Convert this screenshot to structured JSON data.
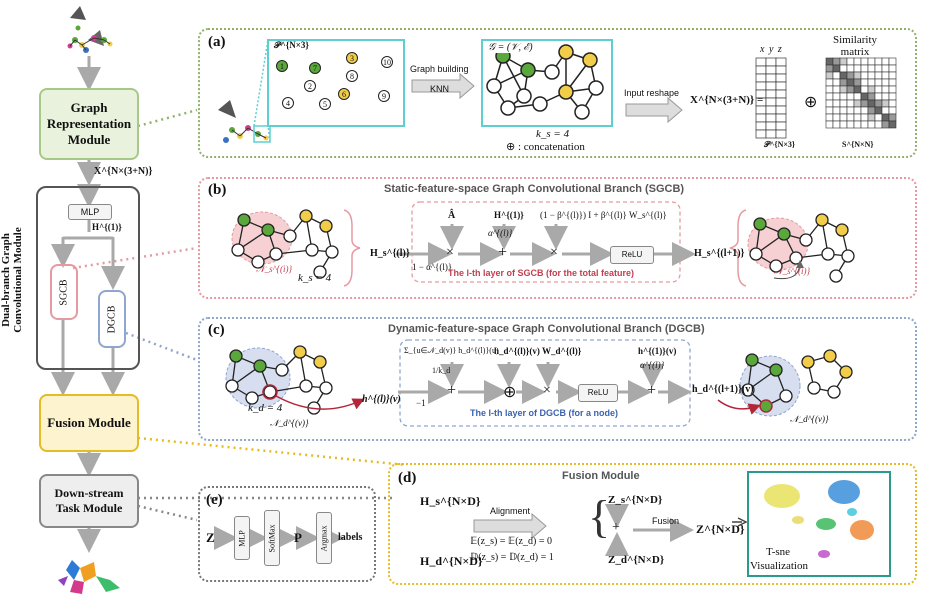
{
  "left": {
    "graph_module": "Graph Representation Module",
    "x_in": "X^{N×(3+N)}",
    "dual_module": "Dual-branch Graph Convolutional Module",
    "mlp": "MLP",
    "h_out": "H^{(1)}",
    "sgcb": "SGCB",
    "dgcb": "DGCB",
    "fusion": "Fusion Module",
    "downstream": "Down-stream Task Module"
  },
  "panel_a": {
    "label": "(a)",
    "points_sym": "𝒫^{N×3}",
    "nodes": [
      "1",
      "7",
      "3",
      "10",
      "4",
      "2",
      "6",
      "9",
      "8",
      "5"
    ],
    "graph_building": "Graph building",
    "knn": "KNN",
    "graph_sym": "𝒢 = (𝒱, ℰ)",
    "ks": "k_s = 4",
    "concat": "⊕ : concatenation",
    "input_reshape": "Input reshape",
    "x_formula": "X^{N×(3+N)} =",
    "xyz": "x  y  z",
    "similarity": "Similarity matrix",
    "p_sym": "𝒫^{N×3}",
    "s_sym": "S^{N×N}",
    "oplus": "⊕"
  },
  "panel_b": {
    "label": "(b)",
    "title": "Static-feature-space Graph Convolutional Branch (SGCB)",
    "ks": "k_s = 4",
    "ns": "𝒩_s^{(i)}",
    "h_in": "H_s^{(l)}",
    "a_hat": "Â",
    "h1": "H^{(1)}",
    "alpha": "α^{(l)}",
    "one_minus_alpha": "1 − α^{(l)}",
    "beta_term": "(1 − β^{(l)}) I + β^{(l)} W_s^{(l)}",
    "relu": "ReLU",
    "layer_caption": "The l-th layer of SGCB (for the total feature)",
    "h_out": "H_s^{(l+1)}",
    "times": "×",
    "plus": "+"
  },
  "panel_c": {
    "label": "(c)",
    "title": "Dynamic-feature-space Graph Convolutional Branch (DGCB)",
    "kd": "k_d = 4",
    "nd": "𝒩_d^{(v)}",
    "node_v": "v",
    "hv_in": "h^{(l)}(v)",
    "sum_term": "Σ_{u∈𝒩_d(v)} h_d^{(l)}(u)",
    "inv_kd": "1/k_d",
    "hd_v": "h_d^{(l)}(v)",
    "w_d": "W_d^{(l)}",
    "h1v": "h^{(1)}(v)",
    "alpha": "α^{(l)}",
    "minus_one": "−1",
    "relu": "ReLU",
    "layer_caption": "The l-th layer of DGCB (for a node)",
    "hv_out": "h_d^{(l+1)}(v)",
    "plus": "+",
    "oplus": "⊕",
    "times": "×"
  },
  "panel_d": {
    "label": "(d)",
    "title": "Fusion Module",
    "hs": "H_s^{N×D}",
    "hd": "H_d^{N×D}",
    "alignment": "Alignment",
    "eq1": "𝔼(z_s) = 𝔼(z_d) = 0",
    "eq2": "𝔻(z_s) = 𝔻(z_d) = 1",
    "zs": "Z_s^{N×D}",
    "zd": "Z_d^{N×D}",
    "plus": "+",
    "fusion": "Fusion",
    "z": "Z^{N×D}",
    "tsne": "T-sne",
    "visualization": "Visualization"
  },
  "panel_e": {
    "label": "(e)",
    "z": "Z",
    "mlp": "MLP",
    "softmax": "SoftMax",
    "p": "P",
    "argmax": "Argmax",
    "labels": "labels"
  },
  "colors": {
    "green_panel": "#8fb36a",
    "pink_panel": "#e59aa0",
    "blue_panel": "#8fa6cf",
    "yellow_panel": "#e6bb24",
    "green_node": "#5aa83b",
    "yellow_node": "#f1cd4a",
    "teal": "#5ecfd0",
    "arrow": "#a9a9a9",
    "dark_red": "#b3263a"
  }
}
